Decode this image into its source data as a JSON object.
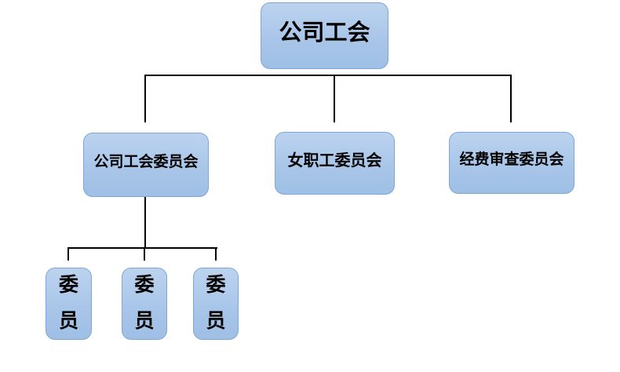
{
  "diagram": {
    "type": "org-chart",
    "root": {
      "label": "公司工会"
    },
    "committees": [
      {
        "label": "公司工会委员会"
      },
      {
        "label": "女职工委员会"
      },
      {
        "label": "经费审查委员会"
      }
    ],
    "members": [
      {
        "label": "委员"
      },
      {
        "label": "委员"
      },
      {
        "label": "委员"
      }
    ],
    "colors": {
      "box_fill_top": "#bcd3ef",
      "box_fill_bottom": "#9fbfe5",
      "box_border": "#7ea6d6",
      "connector": "#000000",
      "text": "#000000",
      "background": "#ffffff"
    }
  }
}
